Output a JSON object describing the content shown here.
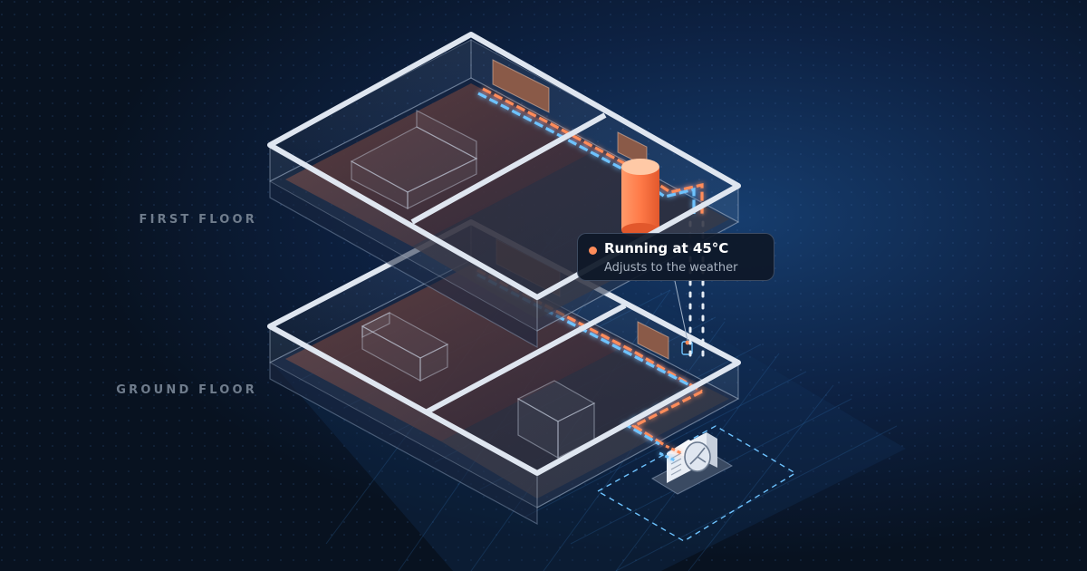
{
  "floors": {
    "first_label": "FIRST FLOOR",
    "ground_label": "GROUND FLOOR"
  },
  "status_tooltip": {
    "title": "Running at 45°C",
    "subtitle": "Adjusts to the weather",
    "indicator_color": "#ff8c5a"
  },
  "colors": {
    "background": "#0a1628",
    "wall_outline": "#dfe6f0",
    "hot_pipe": "#ff8c5a",
    "cold_pipe": "#6ec3ff",
    "radiator": "#8a5a48",
    "tank_top": "#ffb48a",
    "tank_bottom": "#ff6b3d",
    "floor_warm": "#5a3a36",
    "grid_accent": "#2f6fb0"
  },
  "icons": {
    "heat_pump": "fan-icon",
    "thermostat": "thermostat-icon"
  }
}
